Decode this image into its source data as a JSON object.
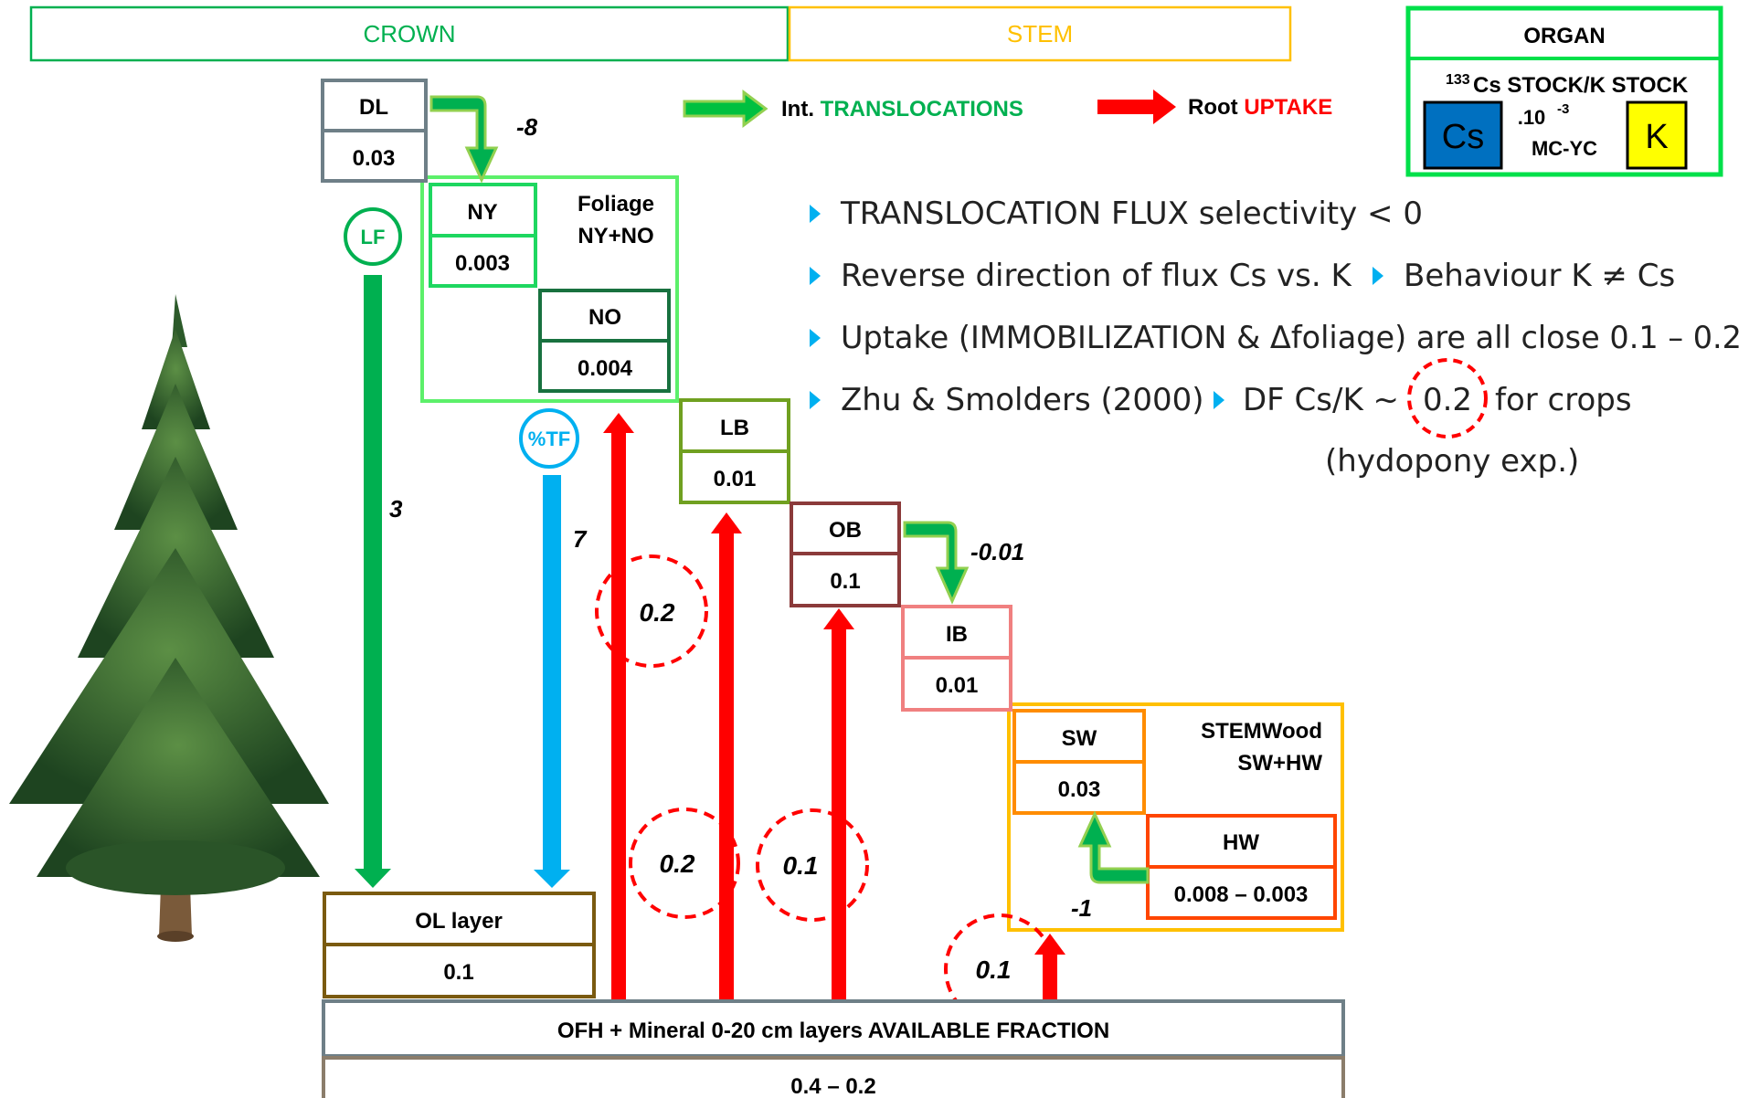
{
  "header": {
    "crown": "CROWN",
    "stem": "STEM"
  },
  "legend": {
    "organ_title": "ORGAN",
    "stock_sup": "133",
    "stock_label": "Cs STOCK/K STOCK",
    "multiplier_base": ".10",
    "multiplier_exp": "-3",
    "site": "MC-YC",
    "cs": "Cs",
    "k": "K",
    "int_prefix": "Int.",
    "int_word": "TRANSLOCATIONS",
    "root_prefix": "Root",
    "root_word": "UPTAKE"
  },
  "colors": {
    "crown": "#00b050",
    "stem": "#ffc000",
    "green_arrow": "#00b050",
    "light_green": "#92d050",
    "red_arrow": "#ff0000",
    "blue_arrow": "#00b0f0",
    "cs_box": "#0070c0",
    "k_box": "#ffff00"
  },
  "organs": {
    "DL": {
      "name": "DL",
      "value": "0.03"
    },
    "NY": {
      "name": "NY",
      "value": "0.003"
    },
    "NO": {
      "name": "NO",
      "value": "0.004"
    },
    "LB": {
      "name": "LB",
      "value": "0.01"
    },
    "OB": {
      "name": "OB",
      "value": "0.1"
    },
    "IB": {
      "name": "IB",
      "value": "0.01"
    },
    "SW": {
      "name": "SW",
      "value": "0.03"
    },
    "HW": {
      "name": "HW",
      "value": "0.008 – 0.003"
    },
    "OL": {
      "name": "OL layer",
      "value": "0.1"
    },
    "soil": {
      "name": "OFH + Mineral 0-20 cm layers AVAILABLE FRACTION",
      "value": "0.4 – 0.2"
    }
  },
  "groups": {
    "foliage_line1": "Foliage",
    "foliage_line2": "NY+NO",
    "stemwood_line1": "STEMWood",
    "stemwood_line2": "SW+HW"
  },
  "flux_labels": {
    "lf": "LF",
    "tf": "%TF",
    "lf_value": "3",
    "tf_value": "7"
  },
  "translocations": {
    "dl_ny": "-8",
    "ob_ib": "-0.01",
    "hw_sw": "-1"
  },
  "uptakes": {
    "foliage": "0.2",
    "lb": "0.2",
    "ob": "0.1",
    "stem": "0.1"
  },
  "bullets": {
    "b1": "TRANSLOCATION FLUX selectivity < 0",
    "b2a": "Reverse direction of flux Cs vs. K",
    "b2b": "Behaviour  K ≠ Cs",
    "b3": "Uptake (IMMOBILIZATION & Δfoliage) are all close 0.1 – 0.2",
    "b4a": "Zhu & Smolders (2000)",
    "b4b": "DF Cs/K ~",
    "b4c": "0.2",
    "b4d": "for crops",
    "b5": "(hydopony  exp.)"
  }
}
